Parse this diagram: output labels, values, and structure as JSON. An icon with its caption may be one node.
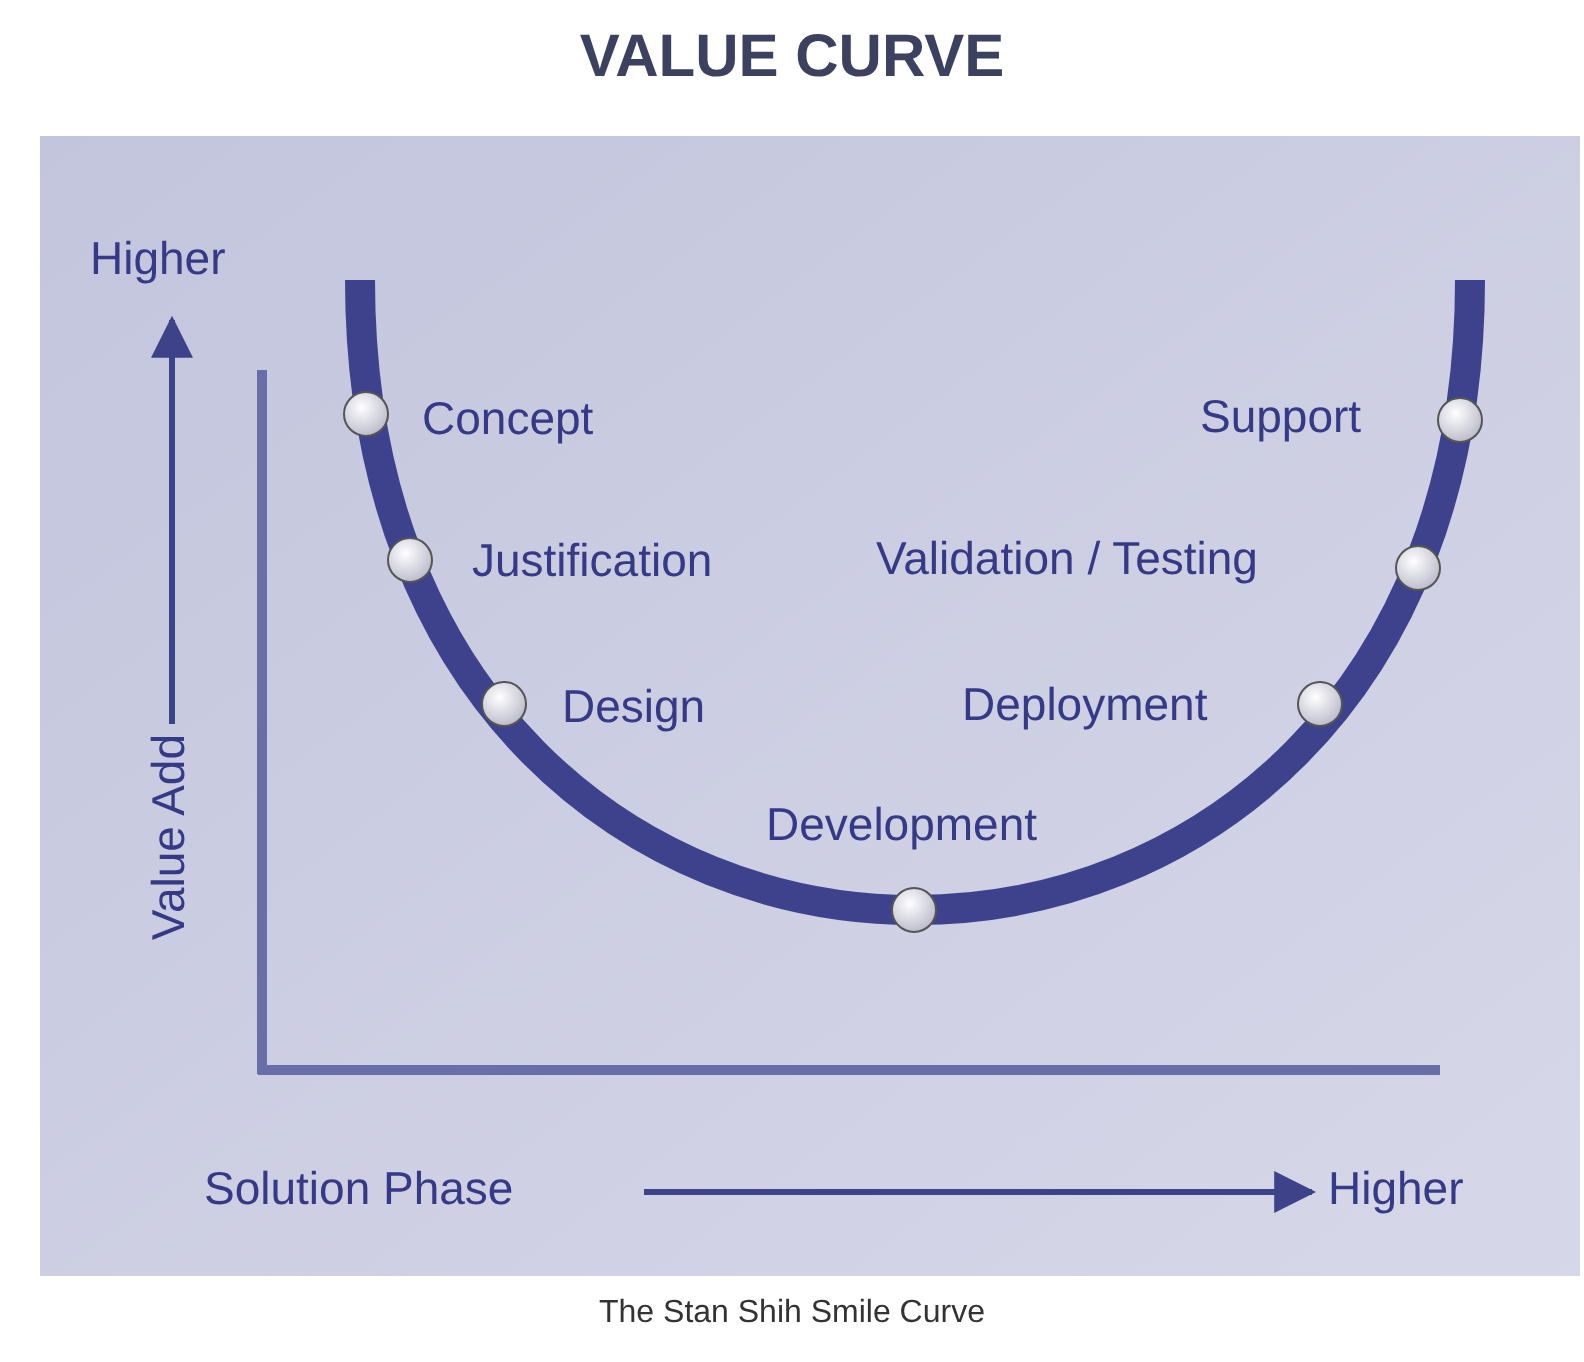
{
  "diagram": {
    "title": "VALUE CURVE",
    "caption": "The Stan Shih Smile Curve",
    "labels": [
      "Higher",
      "Concept",
      "Support",
      "Justification",
      "Validation / Testing",
      "Design",
      "Deployment",
      "Development",
      "Value Add",
      "Solution Phase",
      "Higher"
    ]
  }
}
